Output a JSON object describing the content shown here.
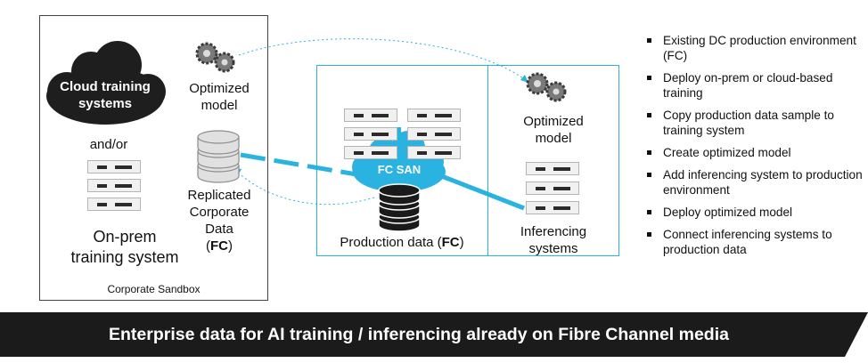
{
  "sandbox": {
    "cloud_label_line1": "Cloud training",
    "cloud_label_line2": "systems",
    "optimized_line1": "Optimized",
    "optimized_line2": "model",
    "andor": "and/or",
    "onprem_line1": "On-prem",
    "onprem_line2": "training system",
    "replicated_line1": "Replicated",
    "replicated_line2": "Corporate",
    "replicated_line3": "Data",
    "replicated_fc": "FC",
    "caption": "Corporate Sandbox"
  },
  "production": {
    "fc_san": "FC SAN",
    "prod_data_prefix": "Production data (",
    "prod_data_fc": "FC",
    "prod_data_suffix": ")",
    "optimized_line1": "Optimized",
    "optimized_line2": "model",
    "inferencing_line1": "Inferencing",
    "inferencing_line2": "systems"
  },
  "bullets": [
    "Existing DC production environment (FC)",
    "Deploy on-prem or cloud-based training",
    "Copy production data sample to training system",
    "Create optimized model",
    "Add inferencing system to production environment",
    "Deploy optimized model",
    "Connect inferencing systems to production data"
  ],
  "banner": "Enterprise data for AI training / inferencing already on Fibre Channel media",
  "colors": {
    "accent": "#2ab3e0",
    "cloud": "#1e1e1e",
    "banner": "#1b1b1b"
  }
}
